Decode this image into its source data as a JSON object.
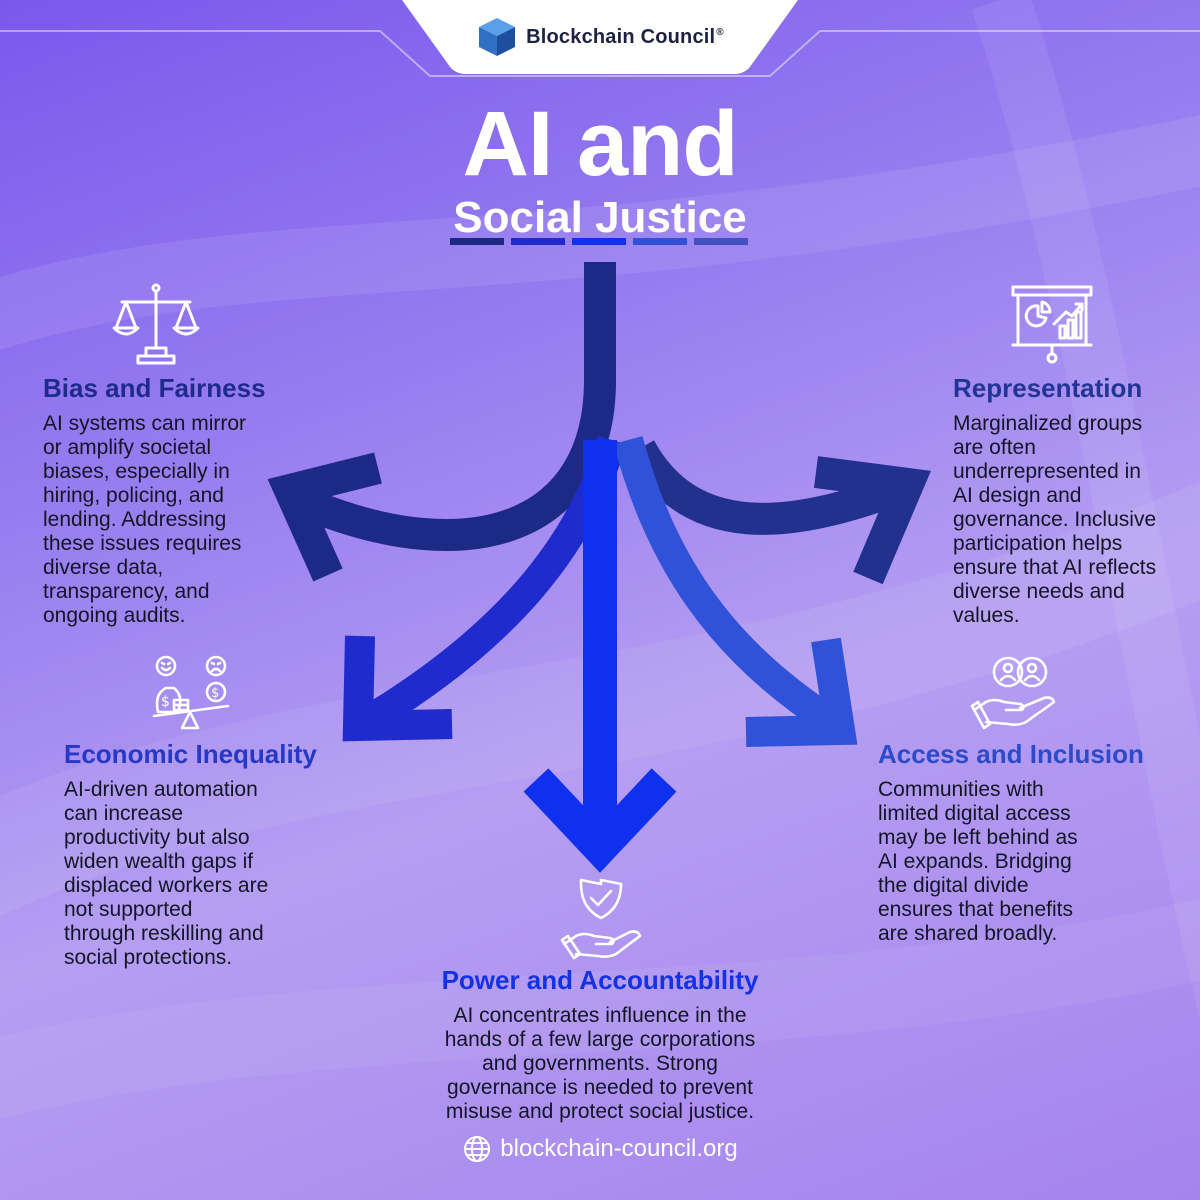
{
  "brand": {
    "name": "Blockchain Council",
    "reg": "®"
  },
  "title": {
    "main": "AI and",
    "sub": "Social Justice"
  },
  "colors": {
    "bias": "#1c2a86",
    "representation": "#23318e",
    "economic": "#1f2bcc",
    "access": "#2f52d8",
    "power": "#1030f0",
    "headingBias": "#1e2b8a",
    "headingRep": "#223594",
    "headingEcon": "#2638c4",
    "headingAccess": "#2c4bc9",
    "headingPower": "#1432e4",
    "titleBars": [
      "#1c2a86",
      "#1f2bcc",
      "#1030f0",
      "#2f52d8",
      "#4250c0"
    ]
  },
  "sections": {
    "bias": {
      "icon": "scales-icon",
      "heading": "Bias and Fairness",
      "lines": [
        "AI systems can mirror",
        "or amplify societal",
        "biases, especially in",
        "hiring, policing, and",
        "lending. Addressing",
        "these issues requires",
        "diverse data,",
        "transparency, and",
        "ongoing audits."
      ]
    },
    "representation": {
      "icon": "presentation-chart-icon",
      "heading": "Representation",
      "lines": [
        "Marginalized groups",
        "are often",
        "underrepresented in",
        "AI design and",
        "governance. Inclusive",
        "participation helps",
        "ensure that AI reflects",
        "diverse needs and",
        "values."
      ]
    },
    "economic": {
      "icon": "money-seesaw-icon",
      "heading": "Economic Inequality",
      "lines": [
        "AI-driven automation",
        "can increase",
        "productivity but also",
        "widen wealth gaps if",
        "displaced workers are",
        "not supported",
        "through reskilling and",
        "social protections."
      ]
    },
    "access": {
      "icon": "hand-people-icon",
      "heading": "Access and Inclusion",
      "lines": [
        "Communities with",
        "limited digital access",
        "may be left behind as",
        "AI expands. Bridging",
        "the digital divide",
        "ensures that benefits",
        "are shared broadly."
      ]
    },
    "power": {
      "icon": "hand-shield-icon",
      "heading": "Power and Accountability",
      "lines": [
        "AI concentrates influence in the",
        "hands of a few large corporations",
        "and governments. Strong",
        "governance is needed to prevent",
        "misuse and protect social justice."
      ]
    }
  },
  "footer": {
    "icon": "globe-icon",
    "url": "blockchain-council.org"
  }
}
